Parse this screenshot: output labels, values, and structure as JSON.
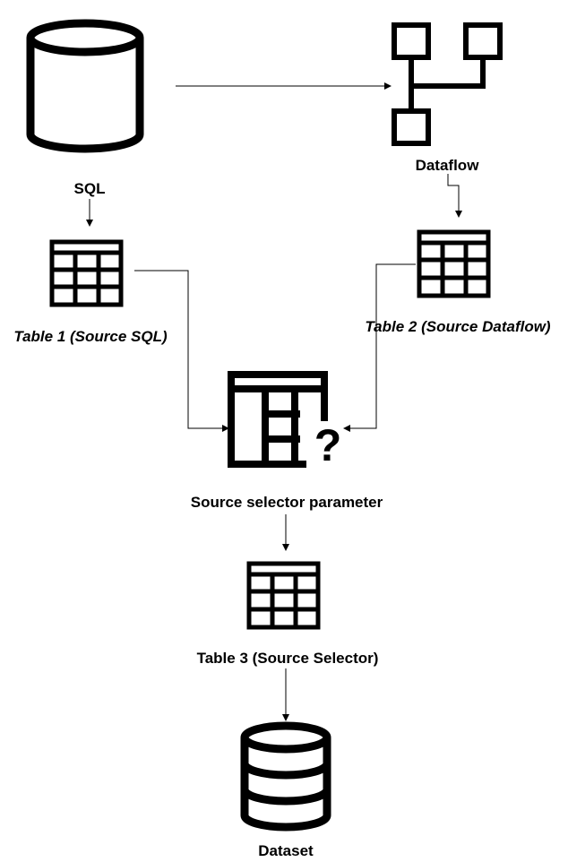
{
  "diagram": {
    "nodes": {
      "sql": {
        "label": "SQL",
        "icon": "database-cylinder-icon"
      },
      "dataflow": {
        "label": "Dataflow",
        "icon": "dataflow-branch-icon"
      },
      "table1": {
        "label": "Table 1 (Source SQL)",
        "icon": "table-icon"
      },
      "table2": {
        "label": "Table 2 (Source Dataflow)",
        "icon": "table-icon"
      },
      "selector": {
        "label": "Source selector parameter",
        "icon": "table-question-icon"
      },
      "table3": {
        "label": "Table 3 (Source Selector)",
        "icon": "table-icon"
      },
      "dataset": {
        "label": "Dataset",
        "icon": "database-stack-icon"
      }
    },
    "edges": [
      {
        "from": "sql",
        "to": "dataflow"
      },
      {
        "from": "sql",
        "to": "table1"
      },
      {
        "from": "dataflow",
        "to": "table2"
      },
      {
        "from": "table1",
        "to": "selector"
      },
      {
        "from": "table2",
        "to": "selector"
      },
      {
        "from": "selector",
        "to": "table3"
      },
      {
        "from": "table3",
        "to": "dataset"
      }
    ]
  }
}
